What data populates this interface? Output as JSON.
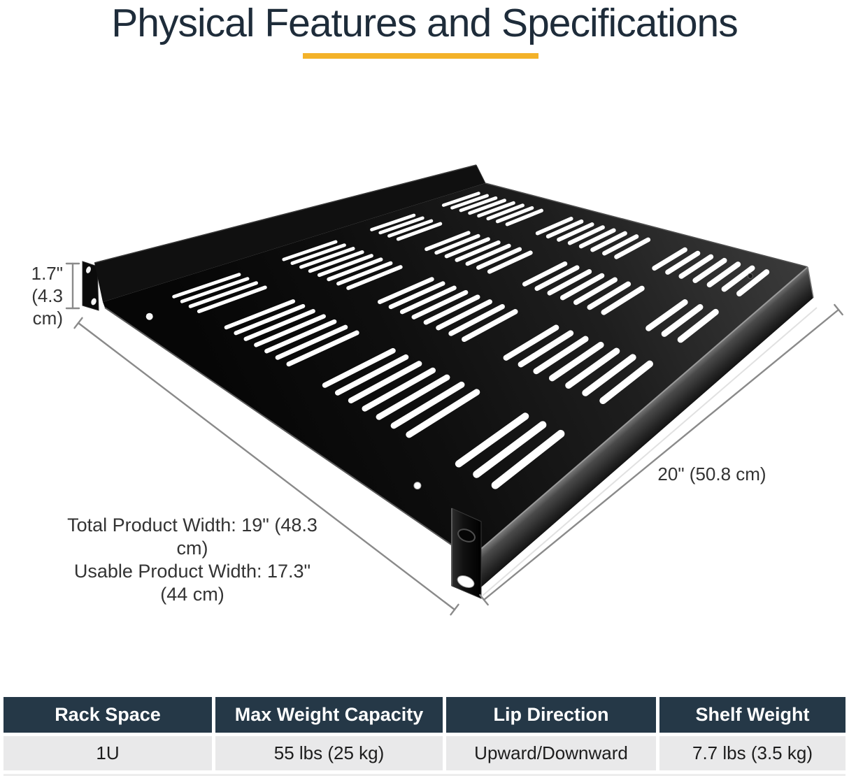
{
  "title": {
    "text": "Physical Features and Specifications"
  },
  "accent": {
    "underline_color": "#F3B229"
  },
  "diagram": {
    "labels": {
      "height_in": "1.7\"",
      "height_cm": "(4.3 cm)",
      "total_width": "Total Product Width: 19\" (48.3 cm)",
      "usable_width": "Usable Product Width: 17.3\" (44 cm)",
      "depth": "20\" (50.8 cm)"
    },
    "colors": {
      "shelf_black": "#0e0e0e",
      "dimension_line_gray": "#8a8a8a",
      "label_text": "#333333"
    }
  },
  "spec_table": {
    "header_bg": "#253847",
    "header_text_color": "#ffffff",
    "row_bg": "#E9E9EA",
    "columns": [
      {
        "header": "Rack Space",
        "value": "1U"
      },
      {
        "header": "Max Weight Capacity",
        "value": "55 lbs (25 kg)"
      },
      {
        "header": "Lip Direction",
        "value": "Upward/Downward"
      },
      {
        "header": "Shelf Weight",
        "value": "7.7 lbs (3.5 kg)"
      }
    ]
  }
}
